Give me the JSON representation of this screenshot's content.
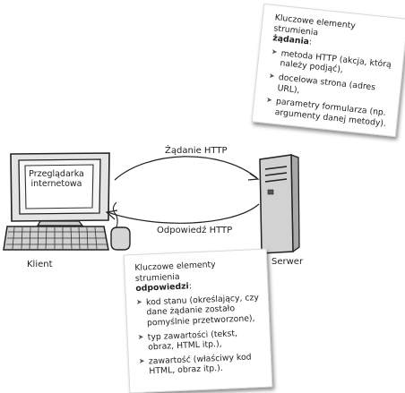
{
  "diagram": {
    "client_label": "Klient",
    "server_label": "Serwer",
    "browser_line1": "Przeglądarka",
    "browser_line2": "internetowa",
    "request_label": "Żądanie HTTP",
    "response_label": "Odpowiedź HTTP"
  },
  "request_note": {
    "intro": "Kluczowe elementy strumienia",
    "intro_bold": "żądania",
    "intro_suffix": ":",
    "items": [
      "metoda HTTP (akcja, którą należy podjąć),",
      "docelowa strona (adres URL),",
      "parametry formularza (np. argumenty danej metody)."
    ]
  },
  "response_note": {
    "intro": "Kluczowe elementy strumienia",
    "intro_bold": "odpowiedzi",
    "intro_suffix": ":",
    "items": [
      "kod stanu (określający, czy dane żądanie zostało pomyślnie przetworzone),",
      "typ zawartości (tekst, obraz, HTML itp.),",
      "zawartość (właściwy kod HTML, obraz itp.)."
    ]
  }
}
